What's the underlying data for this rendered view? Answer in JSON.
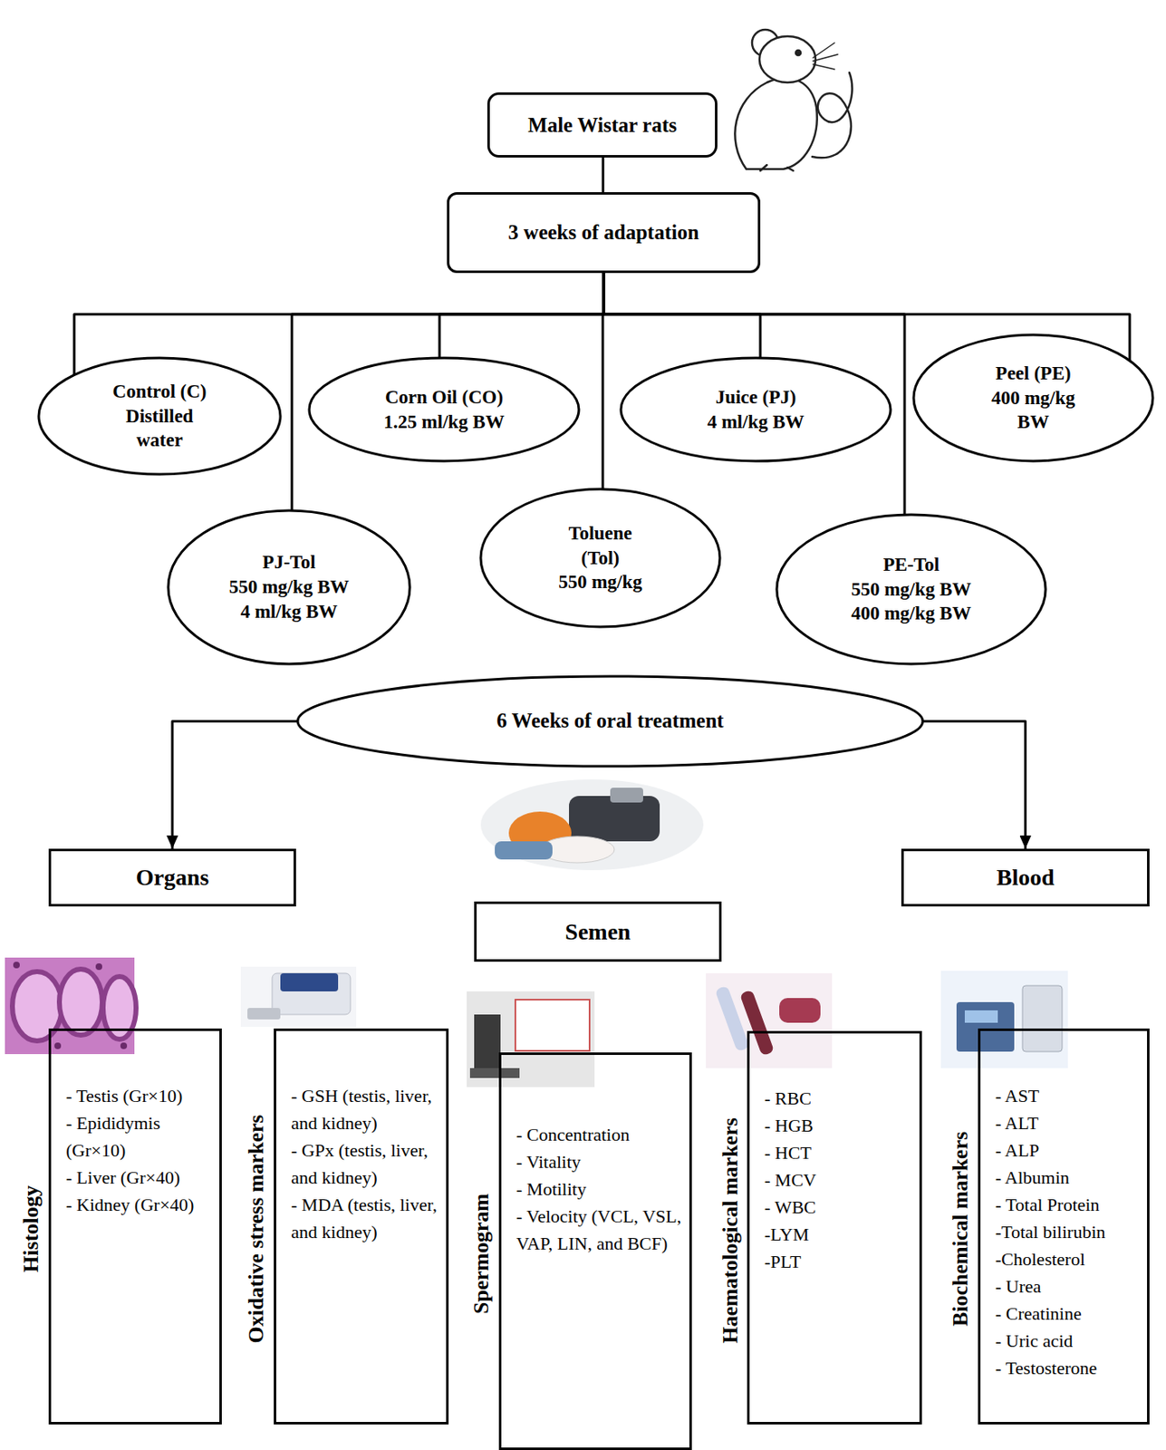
{
  "diagram": {
    "nodes": [
      {
        "text": [
          "Male Wistar rats"
        ]
      },
      {
        "text": [
          "3 weeks of adaptation"
        ]
      },
      {
        "text": [
          "Control (C)",
          "Distilled water"
        ]
      },
      {
        "text": [
          "Corn Oil (CO)",
          "1.25 ml/kg BW"
        ]
      },
      {
        "text": [
          "Juice (PJ)",
          "4 ml/kg BW"
        ]
      },
      {
        "text": [
          "Peel (PE)",
          "400 mg/kg BW"
        ]
      },
      {
        "text": [
          "PJ-Tol",
          "550 mg/kg BW",
          "4 ml/kg BW"
        ]
      },
      {
        "text": [
          "Toluene (Tol)",
          "550 mg/kg"
        ]
      },
      {
        "text": [
          "PE-Tol",
          "550 mg/kg BW",
          "400 mg/kg BW"
        ]
      },
      {
        "text": [
          "6 Weeks of oral treatment"
        ]
      },
      {
        "text": [
          "Organs"
        ]
      },
      {
        "text": [
          "Semen"
        ]
      },
      {
        "text": [
          "Blood"
        ]
      },
      {
        "text": [
          "Histology",
          "- Testis (Gr×10)",
          "- Epididymis (Gr×10)",
          "- Liver (Gr×40)",
          "- Kidney (Gr×40)"
        ]
      },
      {
        "text": [
          "Oxidative stress markers",
          "- GSH (testis, liver, and kidney)",
          "- GPx (testis, liver, and kidney)",
          "- MDA (testis, liver, and kidney)"
        ]
      },
      {
        "text": [
          "Spermogram",
          "- Concentration",
          "- Vitality",
          "- Motility",
          "- Velocity (VCL, VSL, VAP, LIN, and BCF)"
        ]
      },
      {
        "text": [
          "Haematological markers",
          "- RBC",
          "- HGB",
          "- HCT",
          "- MCV",
          "- WBC",
          "-LYM",
          "-PLT"
        ]
      },
      {
        "text": [
          "Biochemical markers",
          "- AST",
          "- ALT",
          "- ALP",
          "- Albumin",
          "- Total Protein",
          "-Total bilirubin",
          "-Cholesterol",
          "- Urea",
          "- Creatinine",
          "- Uric acid",
          "- Testosterone"
        ]
      }
    ],
    "edges": [
      {
        "from": 0,
        "to": 1,
        "arrow": "none"
      },
      {
        "from": 1,
        "to": 2,
        "arrow": "none"
      },
      {
        "from": 1,
        "to": 3,
        "arrow": "none"
      },
      {
        "from": 1,
        "to": 4,
        "arrow": "none"
      },
      {
        "from": 1,
        "to": 5,
        "arrow": "none"
      },
      {
        "from": 1,
        "to": 6,
        "arrow": "none"
      },
      {
        "from": 1,
        "to": 7,
        "arrow": "none"
      },
      {
        "from": 1,
        "to": 8,
        "arrow": "none"
      },
      {
        "from": 9,
        "to": 10,
        "arrow": "to"
      },
      {
        "from": 9,
        "to": 12,
        "arrow": "to"
      }
    ]
  }
}
